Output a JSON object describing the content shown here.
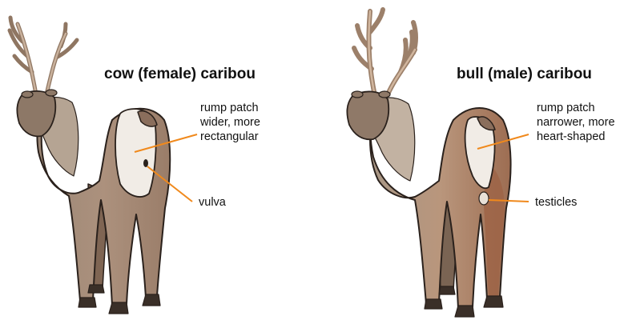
{
  "panels": {
    "female": {
      "title": "cow (female) caribou",
      "rump_label": [
        "rump patch",
        "wider, more",
        "rectangular"
      ],
      "part_label": "vulva"
    },
    "male": {
      "title": "bull (male) caribou",
      "rump_label": [
        "rump patch",
        "narrower, more",
        "heart-shaped"
      ],
      "part_label": "testicles"
    }
  },
  "colors": {
    "body": "#a98d79",
    "body_dark": "#7f6553",
    "neck_fur": "#b9a898",
    "antler": "#b89d86",
    "rump_patch": "#f1ece6",
    "male_hind": "#a0674b",
    "leader_line": "#f0891c",
    "outline": "#2a211c",
    "text": "#111111"
  }
}
